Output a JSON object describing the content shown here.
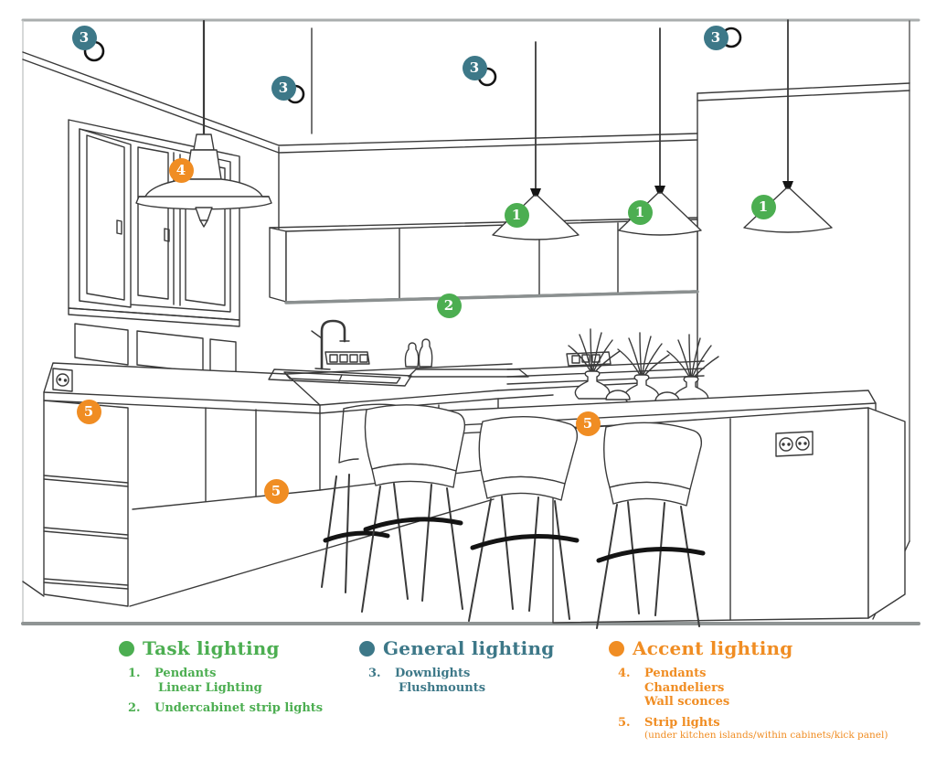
{
  "colors": {
    "task": "#4cae51",
    "general": "#3d7888",
    "accent": "#f08d23"
  },
  "badges": [
    {
      "label": "3",
      "type": "general"
    },
    {
      "label": "3",
      "type": "general"
    },
    {
      "label": "3",
      "type": "general"
    },
    {
      "label": "3",
      "type": "general"
    },
    {
      "label": "1",
      "type": "task"
    },
    {
      "label": "1",
      "type": "task"
    },
    {
      "label": "1",
      "type": "task"
    },
    {
      "label": "2",
      "type": "task"
    },
    {
      "label": "4",
      "type": "accent"
    },
    {
      "label": "5",
      "type": "accent"
    },
    {
      "label": "5",
      "type": "accent"
    },
    {
      "label": "5",
      "type": "accent"
    }
  ],
  "legend": {
    "columns": [
      {
        "key": "task",
        "title": "Task lighting",
        "items": [
          {
            "num": "1.",
            "lines": [
              "Pendants",
              "Linear Lighting"
            ]
          },
          {
            "num": "2.",
            "lines": [
              "Undercabinet strip lights"
            ]
          }
        ]
      },
      {
        "key": "general",
        "title": "General lighting",
        "items": [
          {
            "num": "3.",
            "lines": [
              "Downlights",
              "Flushmounts"
            ]
          }
        ]
      },
      {
        "key": "accent",
        "title": "Accent lighting",
        "items": [
          {
            "num": "4.",
            "lines": [
              "Pendants",
              "Chandeliers",
              "Wall sconces"
            ]
          },
          {
            "num": "5.",
            "lines": [
              "Strip lights"
            ],
            "note": "(under kitchen islands/within cabinets/kick panel)"
          }
        ]
      }
    ]
  }
}
